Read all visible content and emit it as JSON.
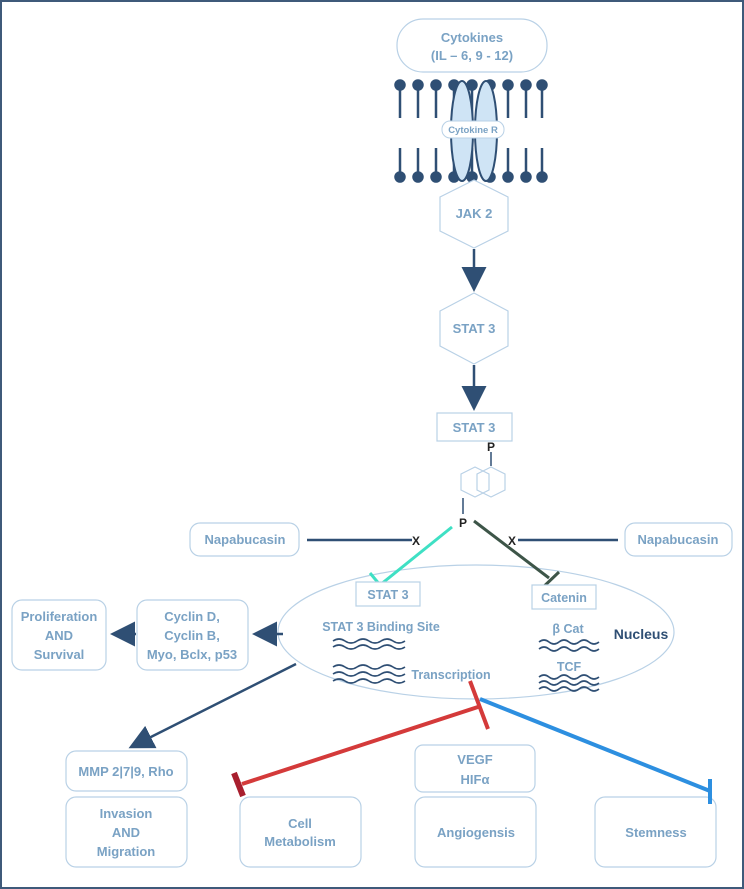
{
  "cytokines": {
    "line1": "Cytokines",
    "line2": "(IL – 6, 9 - 12)"
  },
  "receptor": {
    "label": "Cytokine R"
  },
  "jak2": {
    "label": "JAK 2"
  },
  "stat3_hex": {
    "label": "STAT 3"
  },
  "stat3_box": {
    "label": "STAT 3"
  },
  "phospho": {
    "top": "P",
    "bottom": "P"
  },
  "inhibitor_left": {
    "label": "Napabucasin",
    "mark": "X"
  },
  "inhibitor_right": {
    "label": "Napabucasin",
    "mark": "X"
  },
  "nucleus": {
    "label": "Nucleus",
    "stat3": "STAT 3",
    "catenin": "Catenin",
    "binding_site": "STAT 3 Binding Site",
    "transcription": "Transcription",
    "beta_cat": "β  Cat",
    "tcf": "TCF"
  },
  "proliferation": {
    "line1": "Proliferation",
    "line2": "AND",
    "line3": "Survival"
  },
  "cyclins": {
    "line1": "Cyclin D,",
    "line2": "Cyclin B,",
    "line3": "Myo, Bclx, p53"
  },
  "mmp": {
    "label": "MMP 2|7|9, Rho"
  },
  "invasion": {
    "line1": "Invasion",
    "line2": "AND",
    "line3": "Migration"
  },
  "metabolism": {
    "line1": "Cell",
    "line2": "Metabolism"
  },
  "vegf": {
    "line1": "VEGF",
    "line2": "HIFα"
  },
  "angiogenesis": {
    "label": "Angiogensis"
  },
  "stemness": {
    "label": "Stemness"
  },
  "colors": {
    "dark_blue": "#2f4f74",
    "light_blue": "#7aa2c4",
    "red": "#d43a3a",
    "bright_blue": "#2d8fe0",
    "teal": "#3fe0c4",
    "dark_green": "#3d5548"
  }
}
